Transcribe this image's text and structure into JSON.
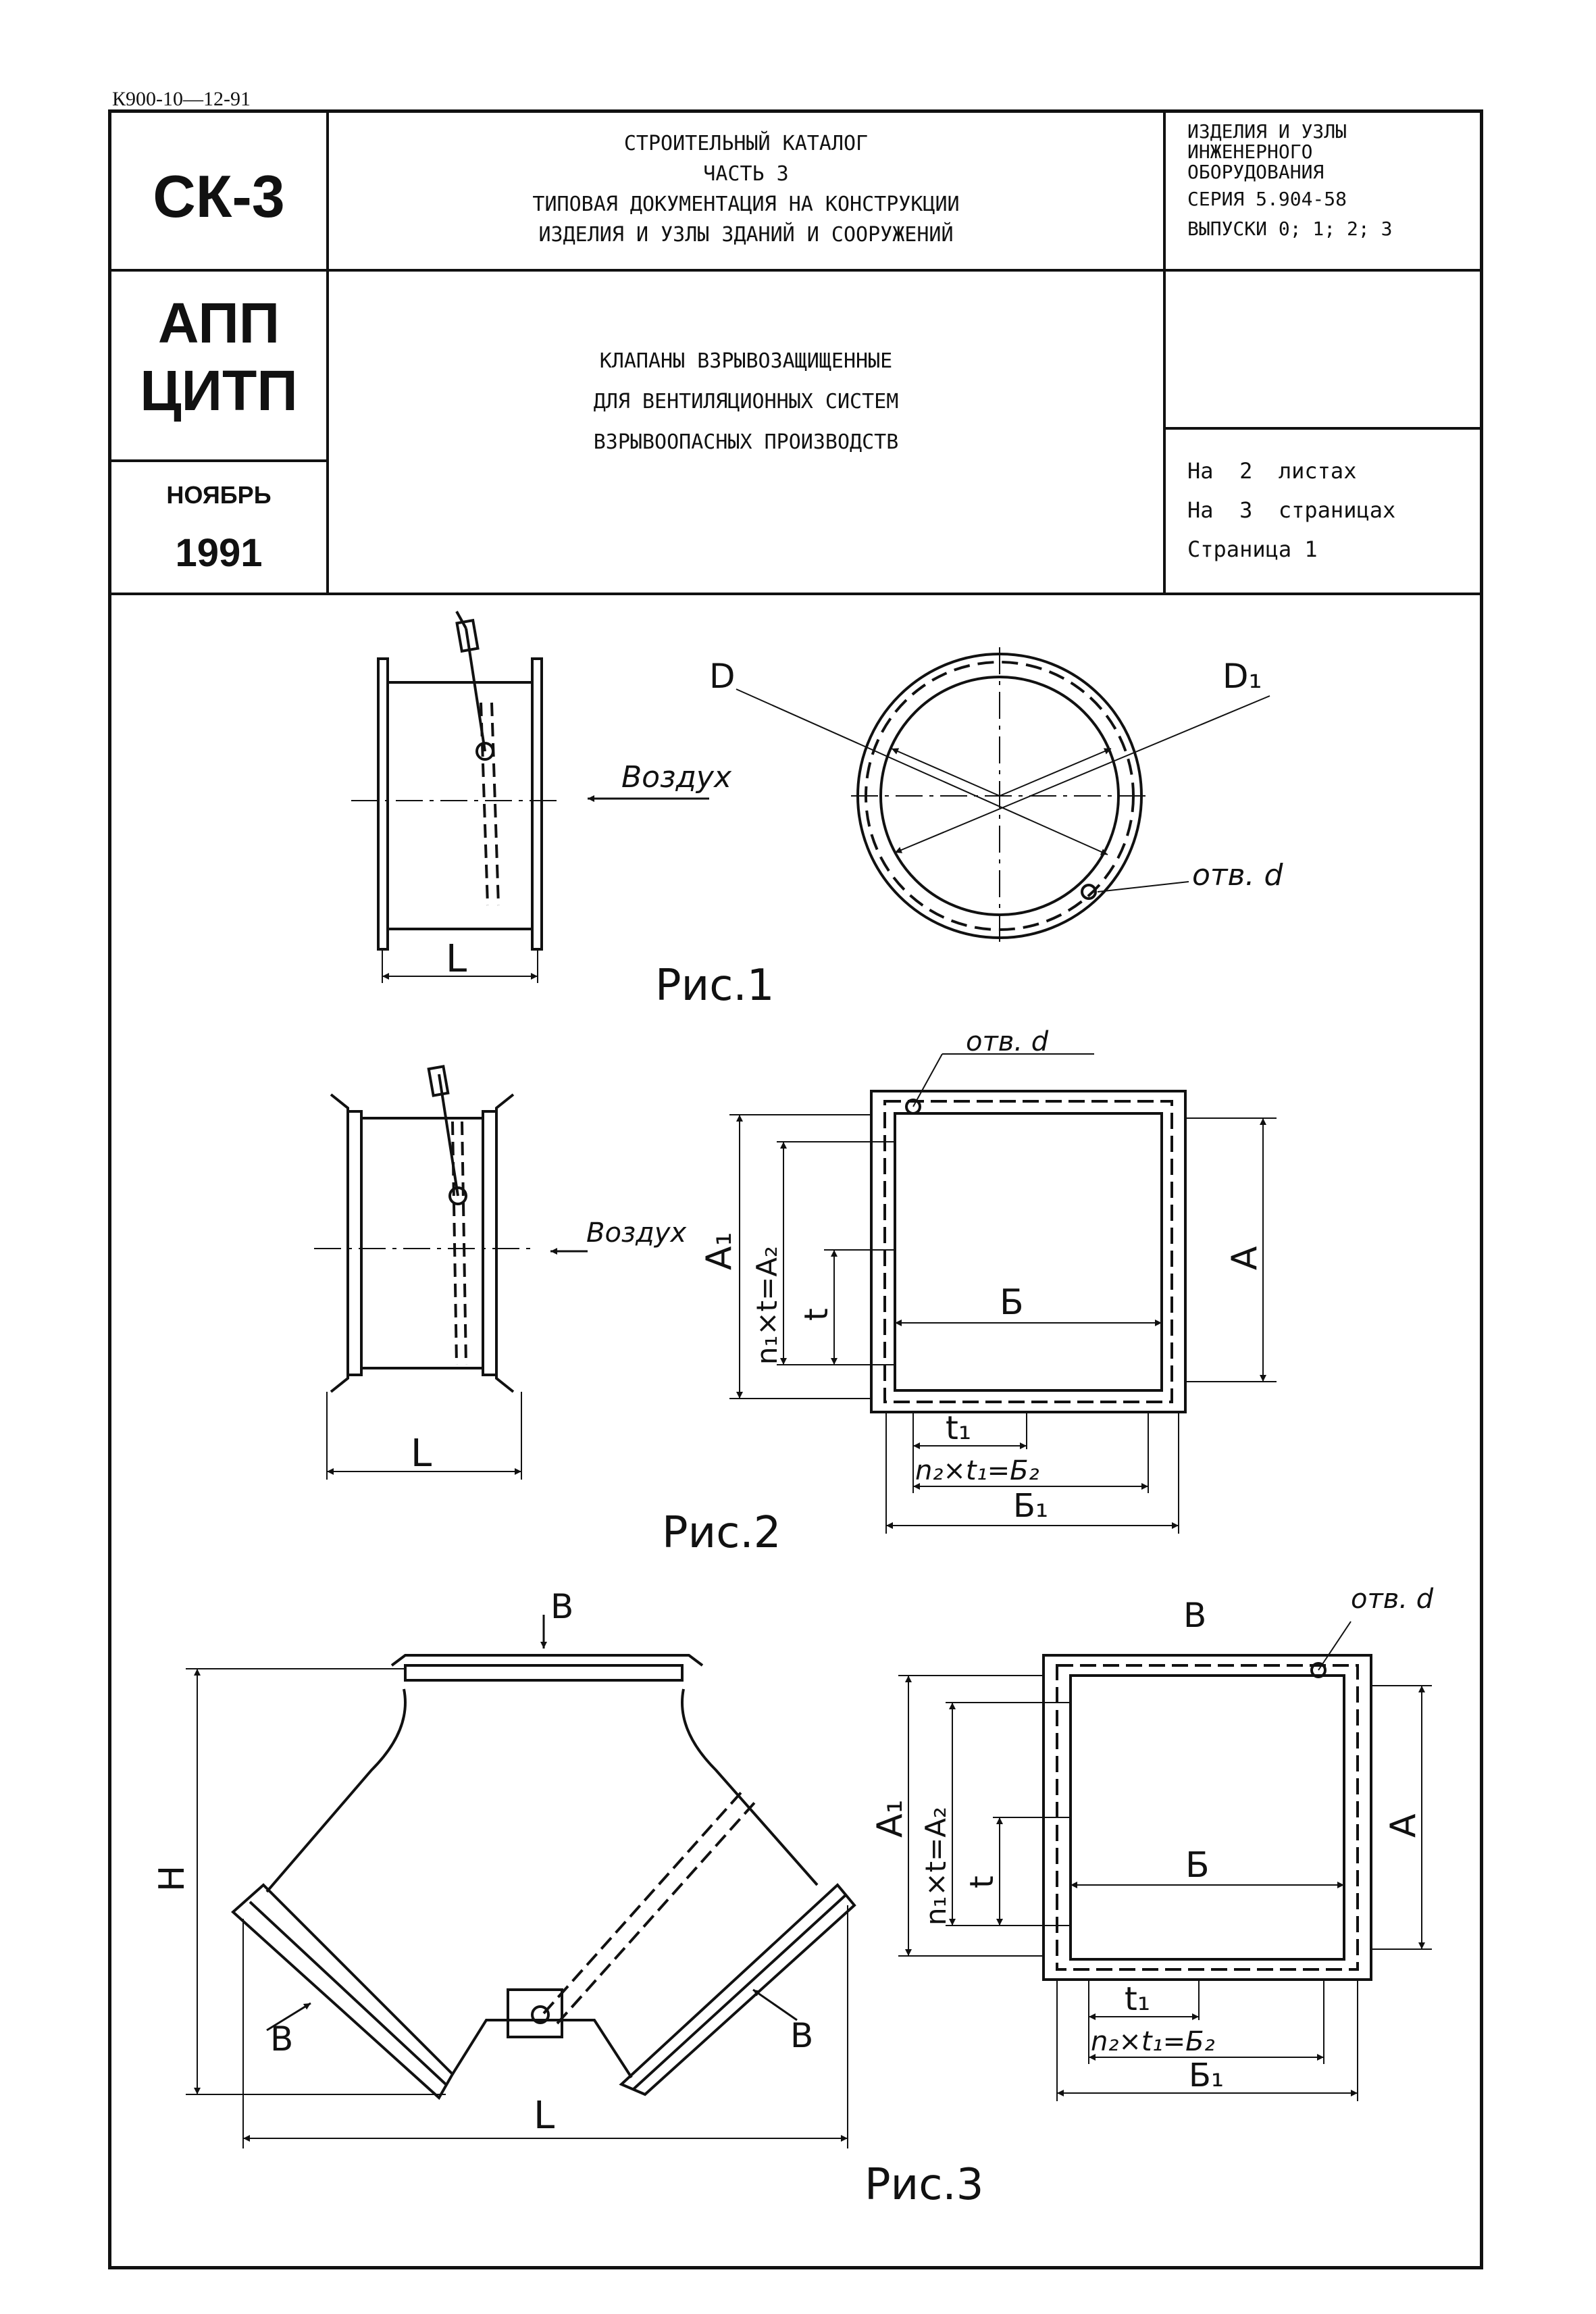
{
  "doc_code": "К900-10—12-91",
  "stamp": {
    "catalog_id": "СК-3",
    "publisher_line1": "АПП",
    "publisher_line2": "ЦИТП",
    "month": "НОЯБРЬ",
    "year": "1991"
  },
  "header": {
    "title_lines": [
      "СТРОИТЕЛЬНЫЙ КАТАЛОГ",
      "ЧАСТЬ 3",
      "ТИПОВАЯ ДОКУМЕНТАЦИЯ НА КОНСТРУКЦИИ",
      "ИЗДЕЛИЯ И УЗЛЫ ЗДАНИЙ И СООРУЖЕНИЙ"
    ],
    "subject_lines": [
      "КЛАПАНЫ ВЗРЫВОЗАЩИЩЕННЫЕ",
      "ДЛЯ ВЕНТИЛЯЦИОННЫХ СИСТЕМ",
      "ВЗРЫВООПАСНЫХ ПРОИЗВОДСТВ"
    ],
    "series_lines": [
      "ИЗДЕЛИЯ И УЗЛЫ",
      "ИНЖЕНЕРНОГО",
      "ОБОРУДОВАНИЯ",
      "СЕРИЯ 5.904-58",
      "ВЫПУСКИ 0; 1; 2; 3"
    ],
    "sheets_line": "На  2  листах",
    "pages_line": "На  3  страницах",
    "page_line": "Страница 1"
  },
  "figures": {
    "fig1_caption": "Рис.1",
    "fig2_caption": "Рис.2",
    "fig3_caption": "Рис.3",
    "air_label": "Воздух",
    "dim_L": "L",
    "dim_D": "D",
    "dim_D1": "D₁",
    "hole_label": "отв. d",
    "dim_A": "А",
    "dim_A1": "А₁",
    "dim_B_rect": "Б",
    "dim_B1": "Б₁",
    "dim_t": "t",
    "dim_t1": "t₁",
    "dim_n1": "n₁×t=А₂",
    "dim_n2": "n₂×t₁=Б₂",
    "flow_B": "B",
    "dim_H": "H"
  }
}
